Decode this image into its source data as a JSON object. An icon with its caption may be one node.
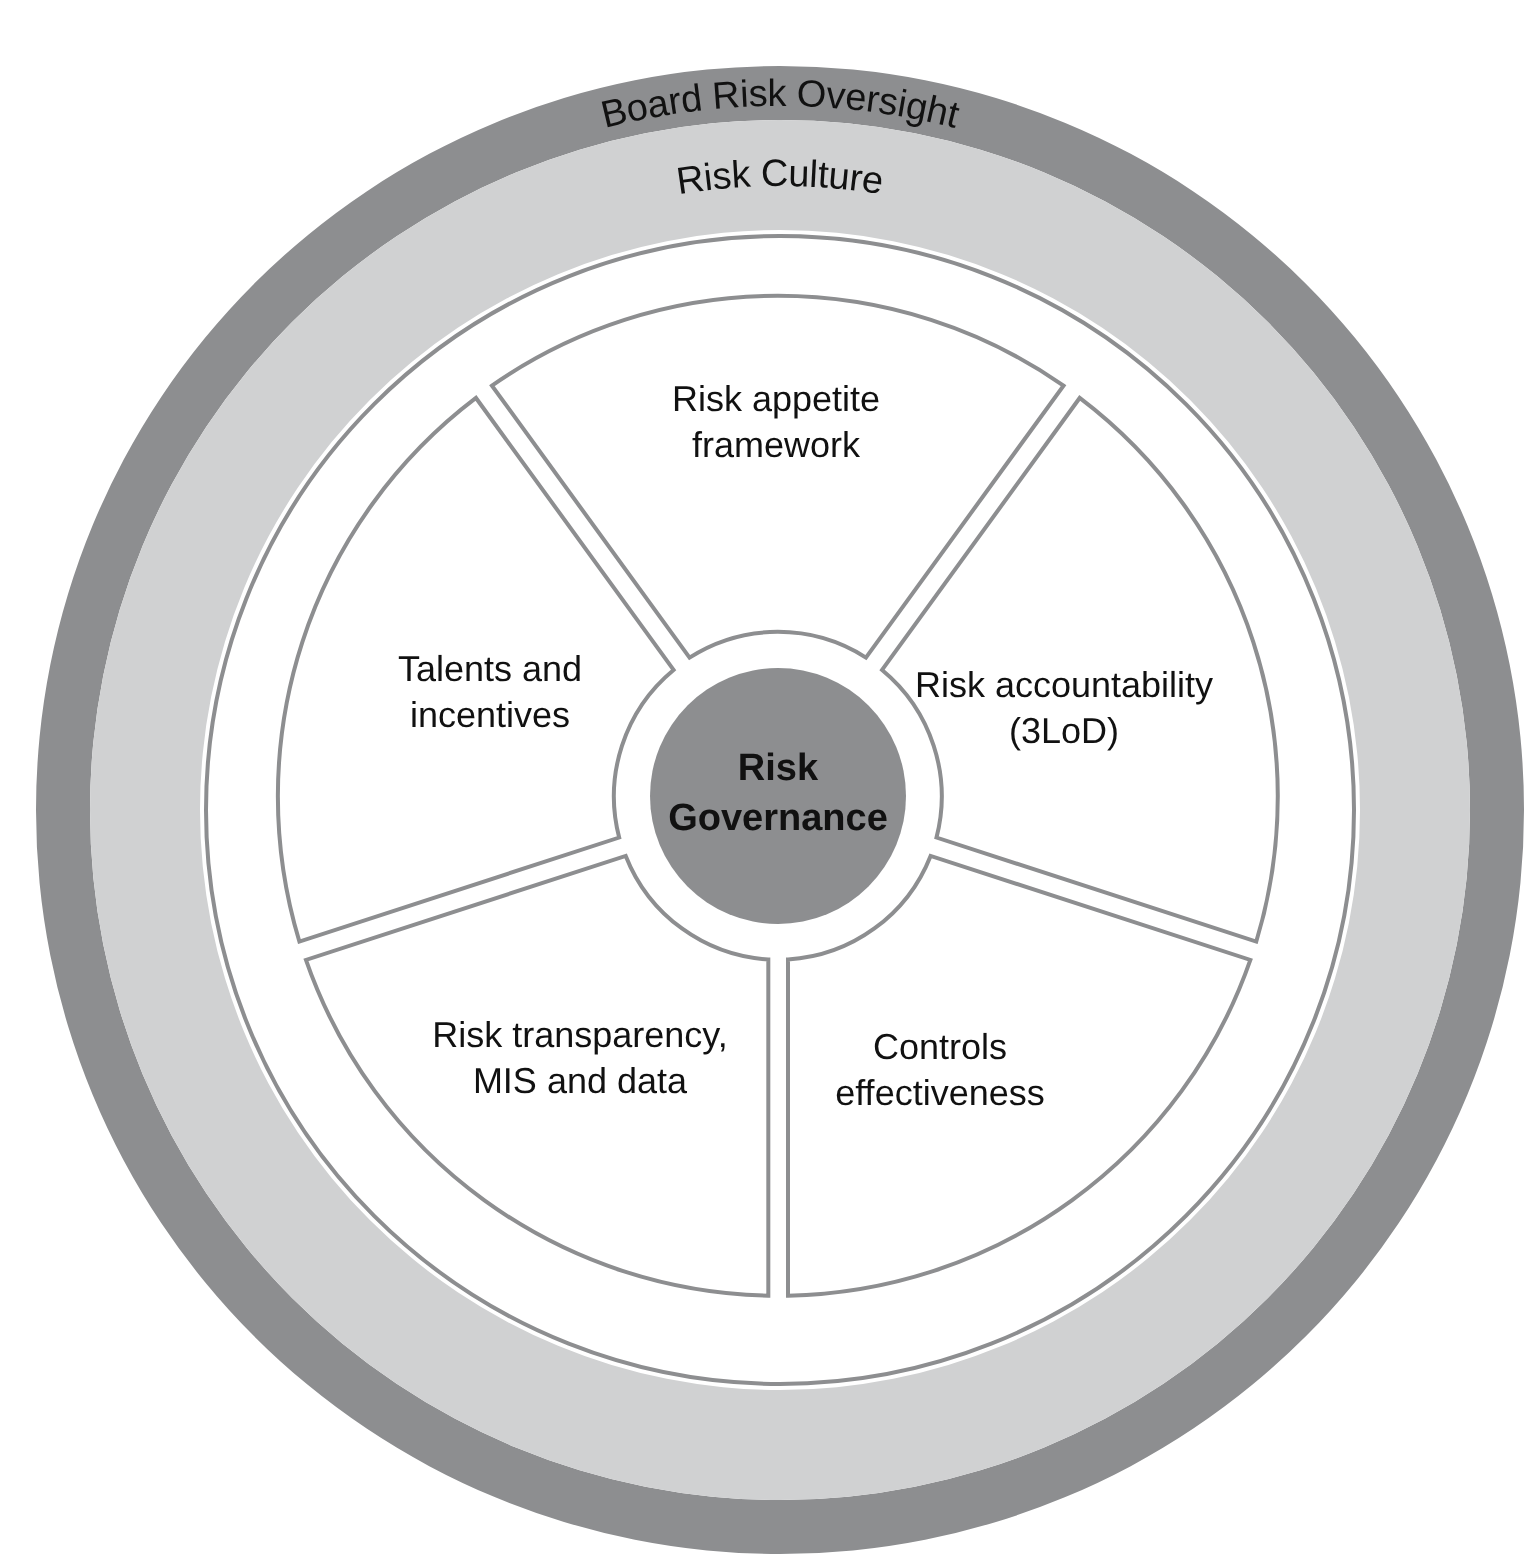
{
  "diagram": {
    "nodes": [
      {
        "text": [
          "Board Risk Oversight"
        ]
      },
      {
        "text": [
          "Risk Culture"
        ],
        "in": 0
      },
      {
        "text": [
          "Risk appetite framework"
        ],
        "in": 1
      },
      {
        "text": [
          "Talents and incentives"
        ],
        "in": 1
      },
      {
        "text": [
          "Risk accountability (3LoD)"
        ],
        "in": 1
      },
      {
        "text": [
          "Risk Governance"
        ],
        "in": 1
      },
      {
        "text": [
          "Risk transparency, MIS and data"
        ],
        "in": 1
      },
      {
        "text": [
          "Controls effectiveness"
        ],
        "in": 1
      }
    ]
  }
}
